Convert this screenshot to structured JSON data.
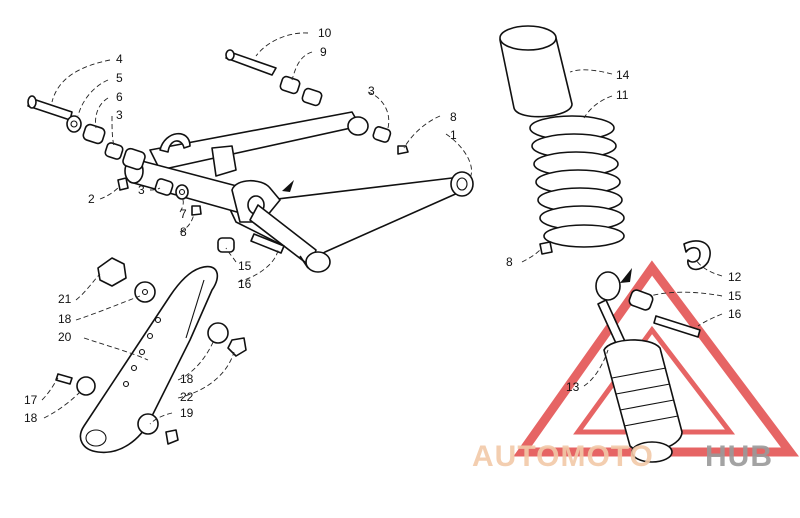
{
  "diagram": {
    "callouts": [
      {
        "id": "c10a",
        "text": "10"
      },
      {
        "id": "c9a",
        "text": "9"
      },
      {
        "id": "c3a",
        "text": "3"
      },
      {
        "id": "c4a",
        "text": "4"
      },
      {
        "id": "c5a",
        "text": "5"
      },
      {
        "id": "c6a",
        "text": "6"
      },
      {
        "id": "c3b",
        "text": "3"
      },
      {
        "id": "c8a",
        "text": "8"
      },
      {
        "id": "c1a",
        "text": "1"
      },
      {
        "id": "c2a",
        "text": "2"
      },
      {
        "id": "c3c",
        "text": "3"
      },
      {
        "id": "c7a",
        "text": "7"
      },
      {
        "id": "c8b",
        "text": "8"
      },
      {
        "id": "c15a",
        "text": "15"
      },
      {
        "id": "c16a",
        "text": "16"
      },
      {
        "id": "c21a",
        "text": "21"
      },
      {
        "id": "c18a",
        "text": "18"
      },
      {
        "id": "c20a",
        "text": "20"
      },
      {
        "id": "c18b",
        "text": "18"
      },
      {
        "id": "c22a",
        "text": "22"
      },
      {
        "id": "c17a",
        "text": "17"
      },
      {
        "id": "c18c",
        "text": "18"
      },
      {
        "id": "c19a",
        "text": "19"
      },
      {
        "id": "c14a",
        "text": "14"
      },
      {
        "id": "c11a",
        "text": "11"
      },
      {
        "id": "c8c",
        "text": "8"
      },
      {
        "id": "c12a",
        "text": "12"
      },
      {
        "id": "c15b",
        "text": "15"
      },
      {
        "id": "c16b",
        "text": "16"
      },
      {
        "id": "c13a",
        "text": "13"
      }
    ]
  },
  "watermark": {
    "text_part1": "AUTOMOTO",
    "text_part2": "HUB",
    "color_primary": "#f2c9a8",
    "color_secondary": "#9a9a9a",
    "triangle_color": "#e24a4a"
  }
}
